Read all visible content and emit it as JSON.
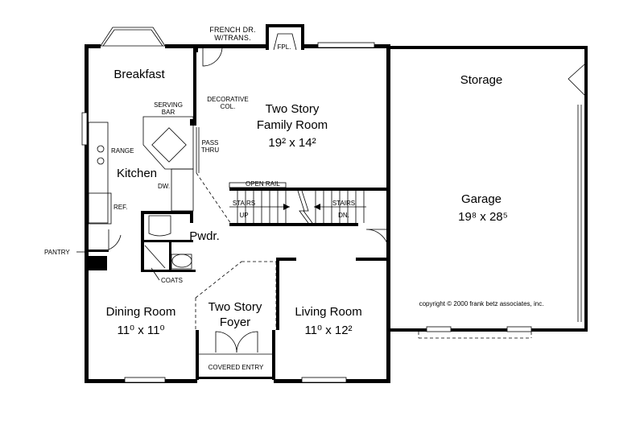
{
  "rooms": {
    "breakfast": "Breakfast",
    "kitchen": "Kitchen",
    "family_room_line1": "Two Story",
    "family_room_line2": "Family Room",
    "family_room_dim": "19² x 14²",
    "storage": "Storage",
    "garage": "Garage",
    "garage_dim": "19⁸ x 28⁵",
    "powder": "Pwdr.",
    "dining": "Dining Room",
    "dining_dim": "11⁰ x 11⁰",
    "foyer_line1": "Two Story",
    "foyer_line2": "Foyer",
    "living": "Living Room",
    "living_dim": "11⁰ x 12²"
  },
  "labels": {
    "french_door_line1": "FRENCH DR.",
    "french_door_line2": "W/TRANS.",
    "fireplace": "FPL.",
    "serving_bar_line1": "SERVING",
    "serving_bar_line2": "BAR",
    "decorative_col_line1": "DECORATIVE",
    "decorative_col_line2": "COL.",
    "pass_thru_line1": "PASS",
    "pass_thru_line2": "THRU",
    "range": "RANGE",
    "dw": "DW.",
    "ref": "REF.",
    "open_rail": "OPEN RAIL",
    "stairs_up_line1": "STAIRS",
    "stairs_up_line2": "UP",
    "stairs_dn_line1": "STAIRS",
    "stairs_dn_line2": "DN.",
    "pantry": "PANTRY",
    "coats": "COATS",
    "covered_entry": "COVERED ENTRY",
    "copyright": "copyright © 2000 frank betz associates, inc."
  }
}
